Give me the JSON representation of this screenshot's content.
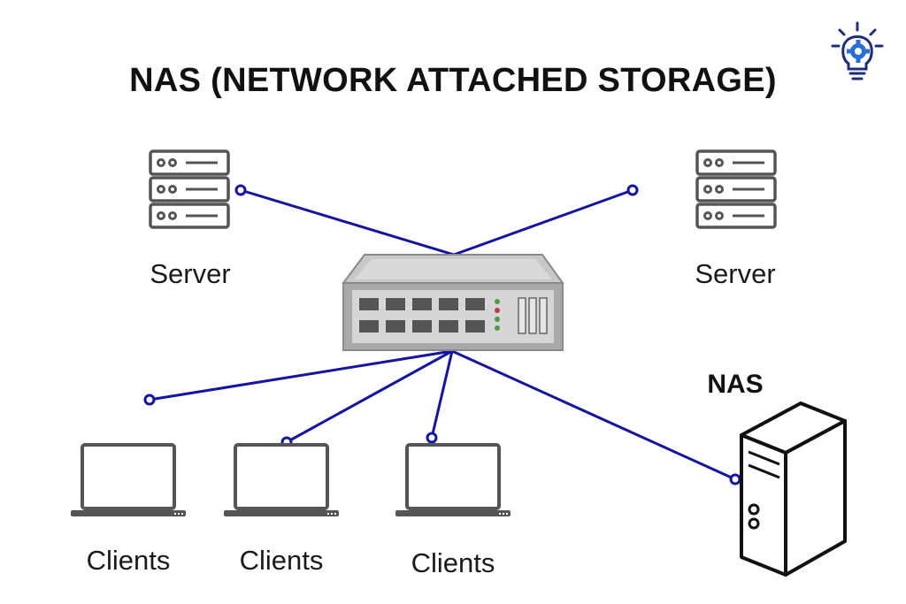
{
  "title": "NAS (NETWORK ATTACHED STORAGE)",
  "logo": {
    "icon": "lightbulb-gear-icon",
    "color": "#1f2d78",
    "accent": "#2a6fd6"
  },
  "labels": {
    "server_left": "Server",
    "server_right": "Server",
    "nas": "NAS",
    "client_1": "Clients",
    "client_2": "Clients",
    "client_3": "Clients"
  },
  "colors": {
    "connection_line": "#1414a0",
    "device_stroke": "#555555",
    "switch_body": "#a9a9a9",
    "switch_face": "#d9d9d9",
    "switch_port": "#555555",
    "led_green": "#4a9a4a",
    "led_red": "#c23a3a"
  }
}
